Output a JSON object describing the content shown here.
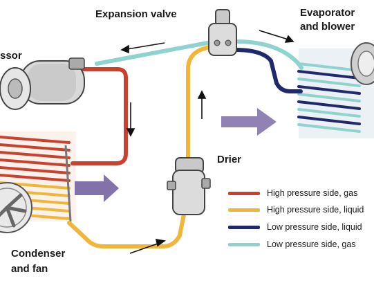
{
  "labels": {
    "expansion_valve": "Expansion valve",
    "evaporator_line1": "Evaporator",
    "evaporator_line2": "and blower",
    "compressor_partial": "ssor",
    "drier": "Drier",
    "condenser_line1": "Condenser",
    "condenser_line2": "and fan"
  },
  "legend": [
    {
      "text": "High pressure side, gas",
      "color": "#c8422f"
    },
    {
      "text": "High pressure side, liquid",
      "color": "#f0b63a"
    },
    {
      "text": "Low pressure side, liquid",
      "color": "#1f2a6e"
    },
    {
      "text": "Low pressure side, gas",
      "color": "#8fd3cf"
    }
  ],
  "colors": {
    "high_gas": "#c8422f",
    "high_liquid": "#f0b63a",
    "low_liquid": "#1f2a6e",
    "low_gas": "#8fd3cf",
    "airflow_arrow": "#6b5a9a",
    "flow_arrow": "#111111"
  },
  "icons": [
    "compressor-icon",
    "condenser-icon",
    "fan-icon",
    "drier-icon",
    "expansion-valve-icon",
    "evaporator-icon",
    "blower-icon"
  ]
}
